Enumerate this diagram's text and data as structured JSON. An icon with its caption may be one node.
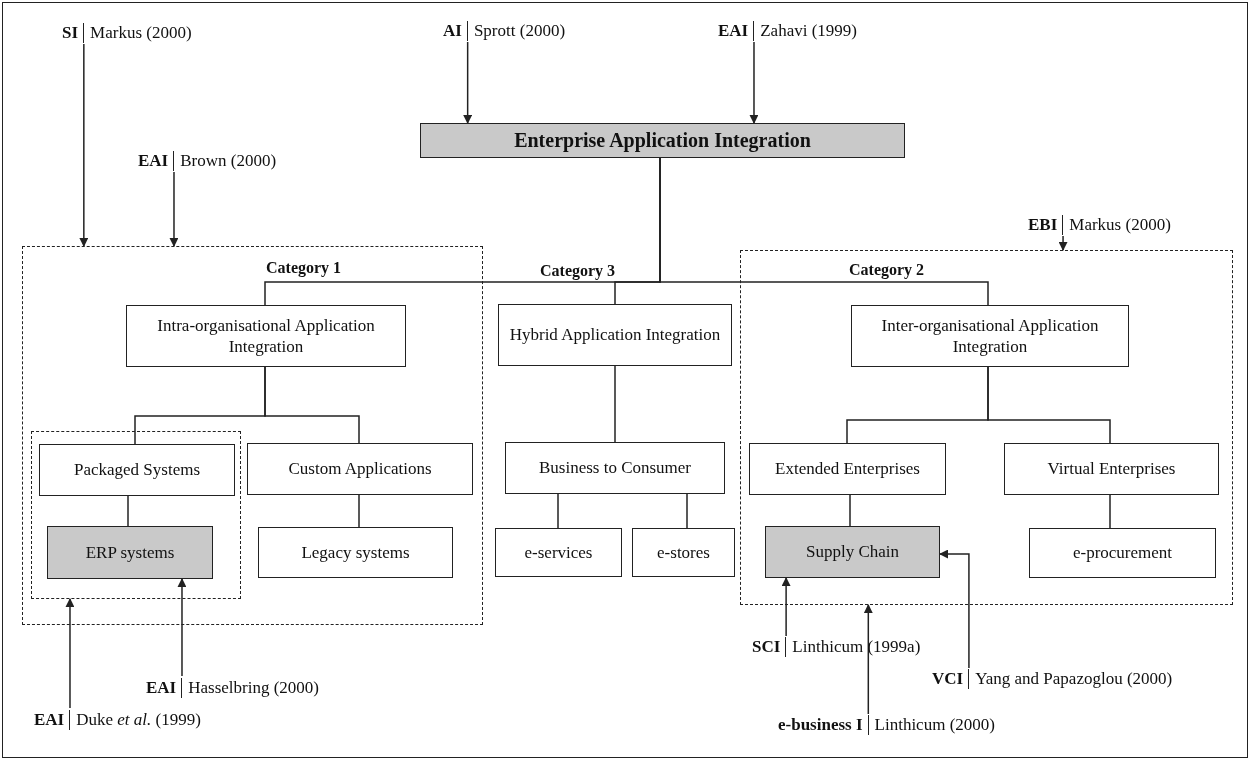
{
  "diagram": {
    "nodes": [
      {
        "text": [
          "SI",
          "Markus (2000)"
        ]
      },
      {
        "text": [
          "AI",
          "Sprott (2000)"
        ]
      },
      {
        "text": [
          "EAI",
          "Zahavi (1999)"
        ]
      },
      {
        "text": [
          "Enterprise Application Integration"
        ]
      },
      {
        "text": [
          "EAI",
          "Brown (2000)"
        ]
      },
      {
        "text": [
          "EBI",
          "Markus (2000)"
        ]
      },
      {
        "text": [
          "Category  1"
        ]
      },
      {
        "text": [
          "Category 2"
        ]
      },
      {
        "text": [
          "Intra-organisational Application Integration"
        ],
        "in": 6
      },
      {
        "text": [
          "Category  3",
          "Hybrid Application Integration"
        ]
      },
      {
        "text": [
          "Inter-organisational Application Integration"
        ],
        "in": 7
      },
      {
        "text": [],
        "shape": "box",
        "in": 6
      },
      {
        "text": [
          "Packaged Systems"
        ],
        "in": 11
      },
      {
        "text": [
          "Custom Applications"
        ],
        "in": 6
      },
      {
        "text": [
          "Business to Consumer"
        ]
      },
      {
        "text": [
          "Extended Enterprises"
        ],
        "in": 7
      },
      {
        "text": [
          "Virtual Enterprises"
        ],
        "in": 7
      },
      {
        "text": [
          "ERP systems"
        ],
        "in": 11
      },
      {
        "text": [
          "Legacy systems"
        ],
        "in": 6
      },
      {
        "text": [
          "e-services"
        ]
      },
      {
        "text": [
          "e-stores"
        ]
      },
      {
        "text": [
          "Supply Chain"
        ],
        "in": 7
      },
      {
        "text": [
          "e-procurement"
        ],
        "in": 7
      },
      {
        "text": [
          "SCI",
          "Linthicum (1999a)"
        ]
      },
      {
        "text": [
          "EAI",
          "Hasselbring (2000)"
        ]
      },
      {
        "text": [
          "VCI",
          "Yang and Papazoglou (2000)"
        ]
      },
      {
        "text": [
          "EAI",
          "Duke *et al.* (1999)"
        ]
      },
      {
        "text": [
          "e-business I",
          "Linthicum (2000)"
        ]
      }
    ],
    "edges": [
      {
        "from": 0,
        "to": 6,
        "arrow": "to"
      },
      {
        "from": 1,
        "to": 3,
        "arrow": "to"
      },
      {
        "from": 2,
        "to": 3,
        "arrow": "to"
      },
      {
        "from": 4,
        "to": 6,
        "arrow": "to"
      },
      {
        "from": 5,
        "to": 7,
        "arrow": "to"
      },
      {
        "from": 3,
        "to": 8,
        "arrow": "none"
      },
      {
        "from": 3,
        "to": 9,
        "arrow": "none"
      },
      {
        "from": 3,
        "to": 10,
        "arrow": "none"
      },
      {
        "from": 8,
        "to": 12,
        "arrow": "none"
      },
      {
        "from": 8,
        "to": 13,
        "arrow": "none"
      },
      {
        "from": 9,
        "to": 14,
        "arrow": "none"
      },
      {
        "from": 10,
        "to": 15,
        "arrow": "none"
      },
      {
        "from": 10,
        "to": 16,
        "arrow": "none"
      },
      {
        "from": 12,
        "to": 17,
        "arrow": "none"
      },
      {
        "from": 13,
        "to": 18,
        "arrow": "none"
      },
      {
        "from": 14,
        "to": 19,
        "arrow": "none"
      },
      {
        "from": 14,
        "to": 20,
        "arrow": "none"
      },
      {
        "from": 15,
        "to": 21,
        "arrow": "none"
      },
      {
        "from": 16,
        "to": 22,
        "arrow": "none"
      },
      {
        "from": 23,
        "to": 21,
        "arrow": "to"
      },
      {
        "from": 24,
        "to": 17,
        "arrow": "to"
      },
      {
        "from": 25,
        "to": 21,
        "arrow": "to"
      },
      {
        "from": 26,
        "to": 11,
        "arrow": "to"
      },
      {
        "from": 27,
        "to": 7,
        "arrow": "to"
      }
    ]
  }
}
